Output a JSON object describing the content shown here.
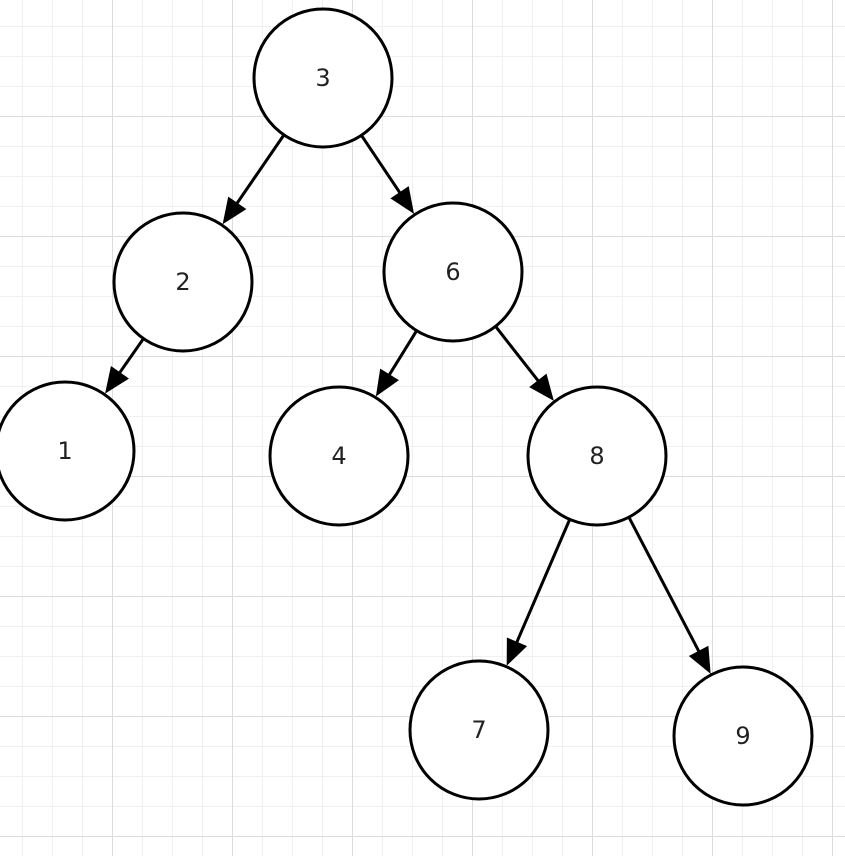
{
  "diagram": {
    "type": "binary-tree",
    "nodes": [
      {
        "id": "n3",
        "label": "3"
      },
      {
        "id": "n2",
        "label": "2"
      },
      {
        "id": "n6",
        "label": "6"
      },
      {
        "id": "n1",
        "label": "1"
      },
      {
        "id": "n4",
        "label": "4"
      },
      {
        "id": "n8",
        "label": "8"
      },
      {
        "id": "n7",
        "label": "7"
      },
      {
        "id": "n9",
        "label": "9"
      }
    ],
    "edges": [
      {
        "from": "n3",
        "to": "n2"
      },
      {
        "from": "n3",
        "to": "n6"
      },
      {
        "from": "n2",
        "to": "n1"
      },
      {
        "from": "n6",
        "to": "n4"
      },
      {
        "from": "n6",
        "to": "n8"
      },
      {
        "from": "n8",
        "to": "n7"
      },
      {
        "from": "n8",
        "to": "n9"
      }
    ]
  },
  "colors": {
    "node_stroke": "#000000",
    "node_fill": "#ffffff",
    "edge": "#000000",
    "grid_major": "#dcdcdc",
    "grid_minor": "#f0f0f0"
  }
}
